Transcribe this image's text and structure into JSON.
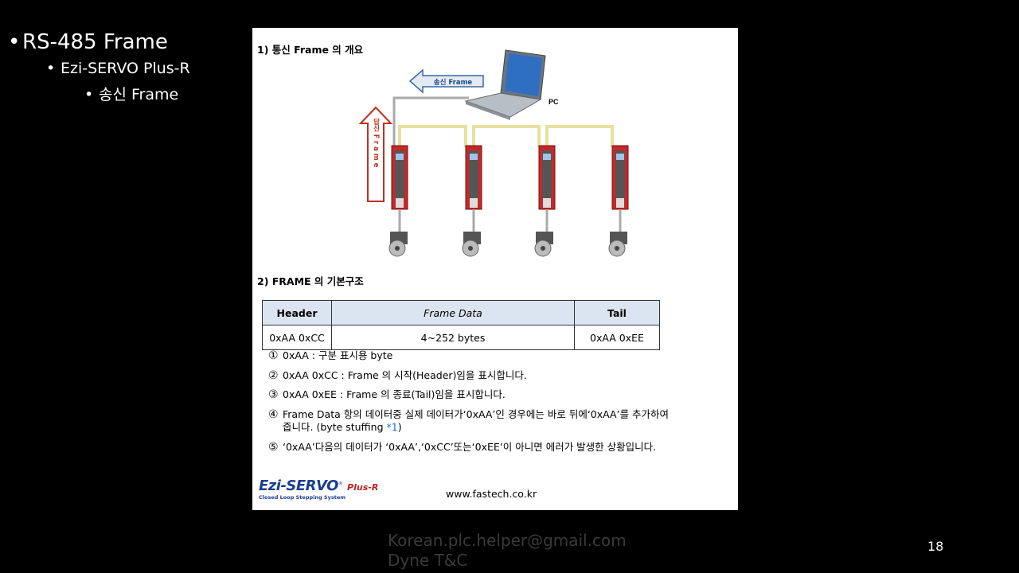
{
  "bullets": {
    "level1": "RS-485 Frame",
    "level2": "Ezi-SERVO Plus-R",
    "level3": "송신 Frame"
  },
  "section1": {
    "title": "1)  통신  Frame 의  개요",
    "send_arrow_label": "송신 Frame",
    "reply_arrow_label_top": "답신",
    "reply_arrow_label_bottom": "Frame",
    "pc_label": "PC"
  },
  "section2": {
    "title": "2) FRAME 의  기본구조",
    "table": {
      "headers": [
        "Header",
        "Frame Data",
        "Tail"
      ],
      "row": [
        "0xAA 0xCC",
        "4~252 bytes",
        "0xAA 0xEE"
      ]
    }
  },
  "notes": [
    {
      "num": "①",
      "text": "0xAA :  구분  표시용  byte"
    },
    {
      "num": "②",
      "text": "0xAA 0xCC : Frame 의  시작(Header)임을 표시합니다."
    },
    {
      "num": "③",
      "text": "0xAA 0xEE : Frame 의  종료(Tail)임을 표시합니다."
    },
    {
      "num": "④",
      "text": "Frame  Data  항의  데이터중  실제  데이터가‘0xAA’인  경우에는  바로  뒤에‘0xAA’를  추가하여",
      "cont": "줍니다.    (byte stuffing ",
      "link": "*1",
      "cont_end": ")"
    },
    {
      "num": "⑤",
      "text": "‘0xAA’다음의  데이터가  ‘0xAA’,‘0xCC’또는‘0xEE’이  아니면  에러가  발생한  상황입니다."
    }
  ],
  "logo": {
    "main": "Ezi-SERVO",
    "reg": "®",
    "plus": "Plus-R",
    "sub": "Closed Loop Stepping System"
  },
  "url": "www.fastech.co.kr",
  "footer": {
    "line1": "Korean.plc.helper@gmail.com",
    "line2": "Dyne T&C"
  },
  "page_number": "18"
}
